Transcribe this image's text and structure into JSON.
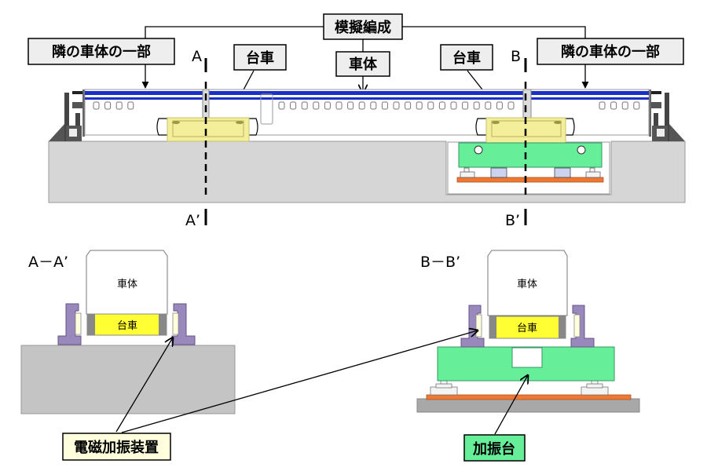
{
  "top_view": {
    "formation_label": "模擬編成",
    "neighbor_car_left_label": "隣の車体の一部",
    "neighbor_car_right_label": "隣の車体の一部",
    "car_body_label": "車体",
    "bogie_left_label": "台車",
    "bogie_right_label": "台車",
    "section_a_top": "A",
    "section_a_bottom": "A’",
    "section_b_top": "B",
    "section_b_bottom": "B’"
  },
  "section_aa": {
    "title": "A－A’",
    "car_body_label": "車体",
    "bogie_label": "台車"
  },
  "section_bb": {
    "title": "B－B’",
    "car_body_label": "車体",
    "bogie_label": "台車"
  },
  "callouts": {
    "electromagnetic_exciter": "電磁加振装置",
    "shaker_table": "加振台"
  },
  "colors": {
    "stripe_blue": "#1a2fc8",
    "bogie_yellow": "#f2ee9a",
    "bogie_yellow_bright": "#ffff33",
    "shaker_green": "#66ee99",
    "base_orange": "#ee7733",
    "ground_gray": "#d6d6d6",
    "exciter_purple": "#9988bb",
    "exciter_cream": "#ffffdd",
    "label_gray": "#eeeeee"
  }
}
